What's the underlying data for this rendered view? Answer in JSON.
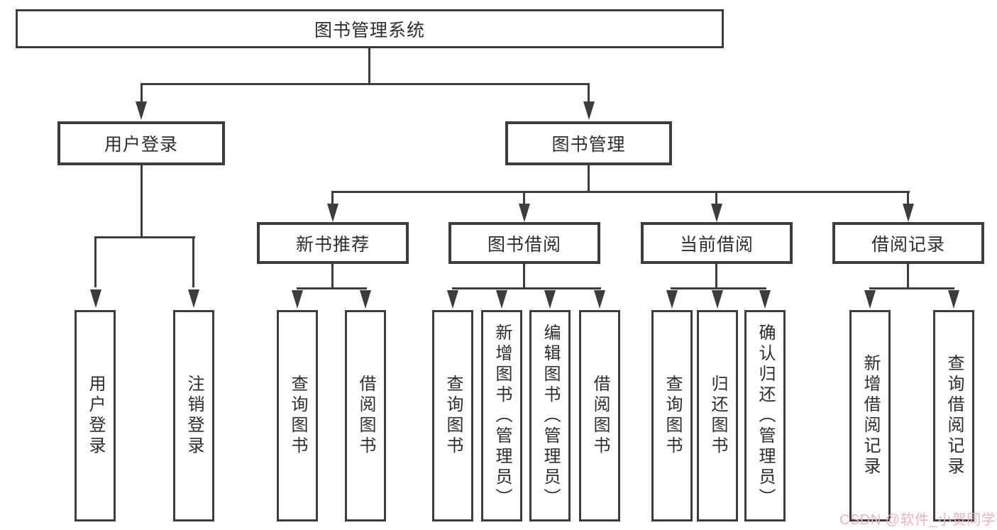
{
  "diagram": {
    "type": "hierarchy-tree",
    "line_color": "#3c3c3c",
    "text_color": "#2d2d2d",
    "root": {
      "id": "library-system",
      "label": "图书管理系统"
    },
    "level1": [
      {
        "id": "user-login",
        "label": "用户登录",
        "parent": "library-system"
      },
      {
        "id": "book-management",
        "label": "图书管理",
        "parent": "library-system"
      }
    ],
    "level2": [
      {
        "id": "new-book-recommend",
        "label": "新书推荐",
        "parent": "book-management"
      },
      {
        "id": "book-borrow",
        "label": "图书借阅",
        "parent": "book-management"
      },
      {
        "id": "current-borrow",
        "label": "当前借阅",
        "parent": "book-management"
      },
      {
        "id": "borrow-records",
        "label": "借阅记录",
        "parent": "book-management"
      }
    ],
    "leaves": [
      {
        "id": "leaf-user-login",
        "label": "用户登录",
        "parent": "user-login"
      },
      {
        "id": "leaf-logout",
        "label": "注销登录",
        "parent": "user-login"
      },
      {
        "id": "leaf-query-book-recommend",
        "label": "查询图书",
        "parent": "new-book-recommend"
      },
      {
        "id": "leaf-borrow-book-recommend",
        "label": "借阅图书",
        "parent": "new-book-recommend"
      },
      {
        "id": "leaf-query-book-borrow",
        "label": "查询图书",
        "parent": "book-borrow"
      },
      {
        "id": "leaf-add-book-admin",
        "label": "新增图书（管理员）",
        "parent": "book-borrow"
      },
      {
        "id": "leaf-edit-book-admin",
        "label": "编辑图书（管理员）",
        "parent": "book-borrow"
      },
      {
        "id": "leaf-borrow-book",
        "label": "借阅图书",
        "parent": "book-borrow"
      },
      {
        "id": "leaf-query-book-current",
        "label": "查询图书",
        "parent": "current-borrow"
      },
      {
        "id": "leaf-return-book",
        "label": "归还图书",
        "parent": "current-borrow"
      },
      {
        "id": "leaf-confirm-return-admin",
        "label": "确认归还（管理员）",
        "parent": "current-borrow"
      },
      {
        "id": "leaf-add-borrow-record",
        "label": "新增借阅记录",
        "parent": "borrow-records"
      },
      {
        "id": "leaf-query-borrow-record",
        "label": "查询借阅记录",
        "parent": "borrow-records"
      }
    ],
    "watermark": {
      "text": "CSDN @软件_小贺同学",
      "color": "#f2b1bf"
    }
  }
}
